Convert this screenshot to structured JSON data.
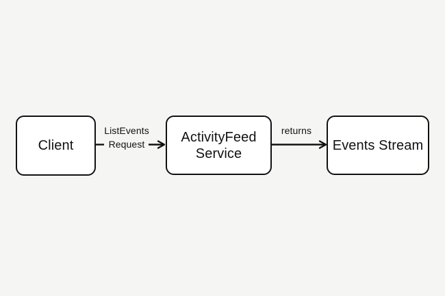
{
  "diagram": {
    "type": "flow-diagram",
    "direction": "left-to-right",
    "colors": {
      "background": "#f5f5f4",
      "node_fill": "#ffffff",
      "node_border": "#111111",
      "edge_stroke": "#111111",
      "text": "#111111"
    },
    "nodes": [
      {
        "id": "client",
        "label": "Client"
      },
      {
        "id": "activityfeed-service",
        "label": "ActivityFeed Service"
      },
      {
        "id": "events-stream",
        "label": "Events Stream"
      }
    ],
    "edges": [
      {
        "from": "client",
        "to": "activityfeed-service",
        "label": "ListEvents Request"
      },
      {
        "from": "activityfeed-service",
        "to": "events-stream",
        "label": "returns"
      }
    ]
  }
}
